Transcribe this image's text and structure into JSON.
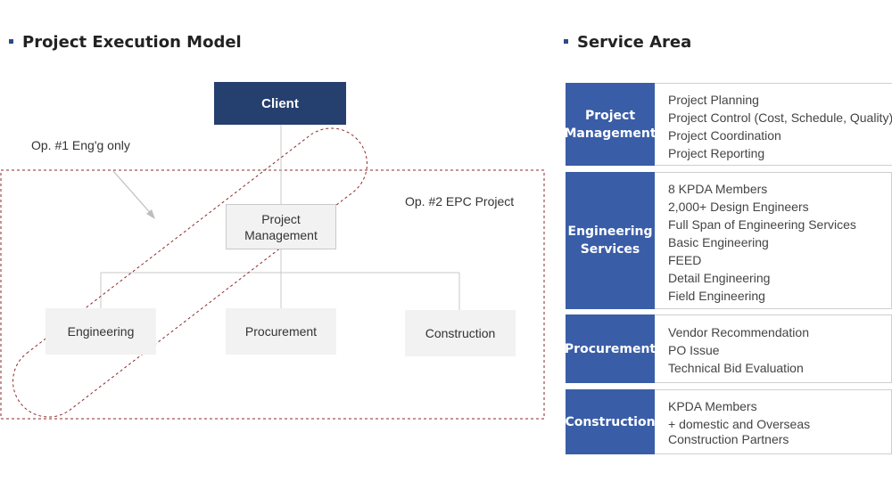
{
  "left_title": "Project Execution Model",
  "right_title": "Service Area",
  "org": {
    "client": "Client",
    "pm_line1": "Project",
    "pm_line2": "Management",
    "engineering": "Engineering",
    "procurement": "Procurement",
    "construction": "Construction",
    "op1": "Op. #1 Eng'g only",
    "op2": "Op. #2 EPC Project"
  },
  "services": [
    {
      "head_line1": "Project",
      "head_line2": "Management",
      "items": [
        "Project Planning",
        "Project Control (Cost, Schedule, Quality)",
        "Project Coordination",
        "Project Reporting"
      ]
    },
    {
      "head_line1": "Engineering",
      "head_line2": "Services",
      "items": [
        "8 KPDA Members",
        "2,000+ Design Engineers",
        "Full Span of Engineering Services",
        "Basic Engineering",
        "FEED",
        "Detail Engineering",
        "Field Engineering"
      ]
    },
    {
      "head_line1": "Procurement",
      "head_line2": "",
      "items": [
        "Vendor Recommendation",
        "PO Issue",
        "Technical Bid Evaluation"
      ]
    },
    {
      "head_line1": "Construction",
      "head_line2": "",
      "items": [
        "KPDA Members",
        "+ domestic and Overseas",
        "Construction Partners"
      ]
    }
  ],
  "colors": {
    "navy": "#253f6e",
    "service_blue": "#3a5da7",
    "dashed_red": "#8b2a2a"
  }
}
